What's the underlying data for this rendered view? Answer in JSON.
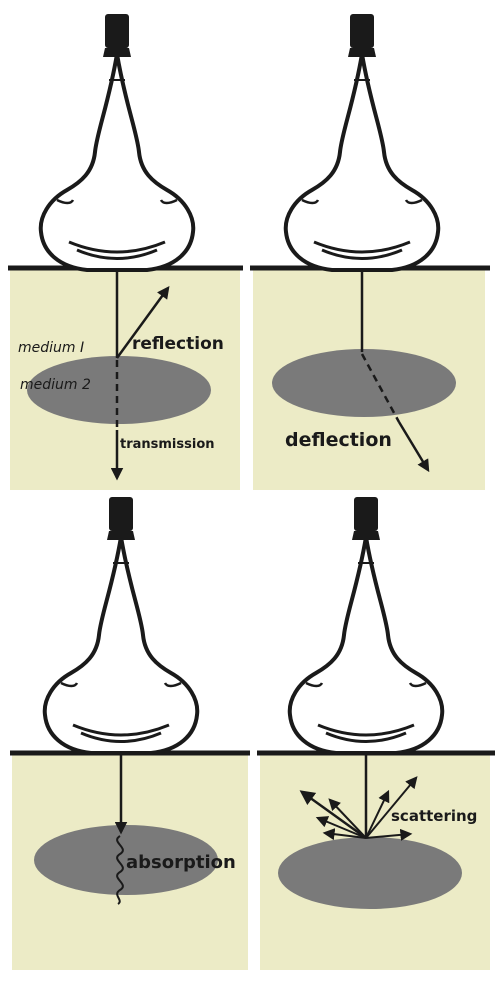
{
  "colors": {
    "medium": "#ecebc6",
    "ellipse": "#7a7a7a",
    "ink": "#1a1a1a",
    "probe_tip": "#1a1a1a",
    "background": "#ffffff"
  },
  "panels": [
    {
      "id": "reflection",
      "labels": {
        "medium_1": "medium I",
        "medium_2": "medium 2",
        "reflection": "reflection",
        "transmission": "transmission"
      }
    },
    {
      "id": "deflection",
      "labels": {
        "deflection": "deflection"
      }
    },
    {
      "id": "absorption",
      "labels": {
        "absorption": "absorption"
      }
    },
    {
      "id": "scattering",
      "labels": {
        "scattering": "scattering"
      }
    }
  ]
}
